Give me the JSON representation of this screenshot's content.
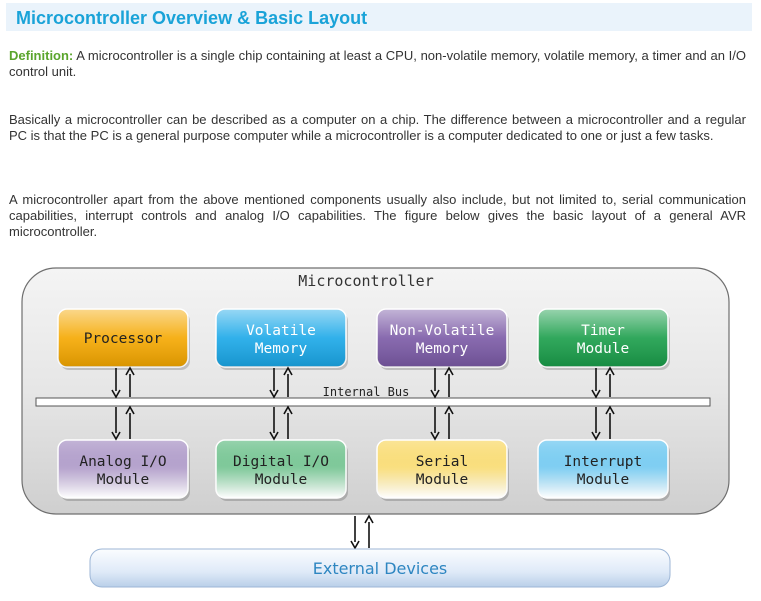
{
  "header": {
    "title": "Microcontroller Overview & Basic Layout"
  },
  "paragraphs": {
    "definition_label": "Definition:",
    "definition_text": "A microcontroller is a single chip containing at least a CPU, non-volatile memory, volatile memory, a timer and an I/O control unit.",
    "p2": "Basically a microcontroller can be described as a computer on a chip. The difference between a microcontroller and a regular PC is that the PC is a general purpose computer while a microcontroller is a computer dedicated to one or just a few tasks.",
    "p3": "A microcontroller apart from the above mentioned components usually also include, but not limited to, serial communication capabilities, interrupt controls and analog I/O capabilities. The figure below gives the basic layout of a general AVR microcontroller."
  },
  "diagram": {
    "container_label": "Microcontroller",
    "bus_label": "Internal Bus",
    "top_modules": [
      {
        "id": "processor",
        "line1": "Processor",
        "line2": "",
        "color": "#f5a800"
      },
      {
        "id": "volatile-memory",
        "line1": "Volatile",
        "line2": "Memory",
        "color": "#1aa8e8"
      },
      {
        "id": "non-volatile-memory",
        "line1": "Non-Volatile",
        "line2": "Memory",
        "color": "#7b5aa6"
      },
      {
        "id": "timer-module",
        "line1": "Timer",
        "line2": "Module",
        "color": "#1a9e4a"
      }
    ],
    "bottom_modules": [
      {
        "id": "analog-io-module",
        "line1": "Analog I/O",
        "line2": "Module",
        "color": "#7b5aa6"
      },
      {
        "id": "digital-io-module",
        "line1": "Digital I/O",
        "line2": "Module",
        "color": "#1a9e4a"
      },
      {
        "id": "serial-module",
        "line1": "Serial",
        "line2": "Module",
        "color": "#f5c518"
      },
      {
        "id": "interrupt-module",
        "line1": "Interrupt",
        "line2": "Module",
        "color": "#1aa8e8"
      }
    ],
    "external_label": "External Devices"
  }
}
